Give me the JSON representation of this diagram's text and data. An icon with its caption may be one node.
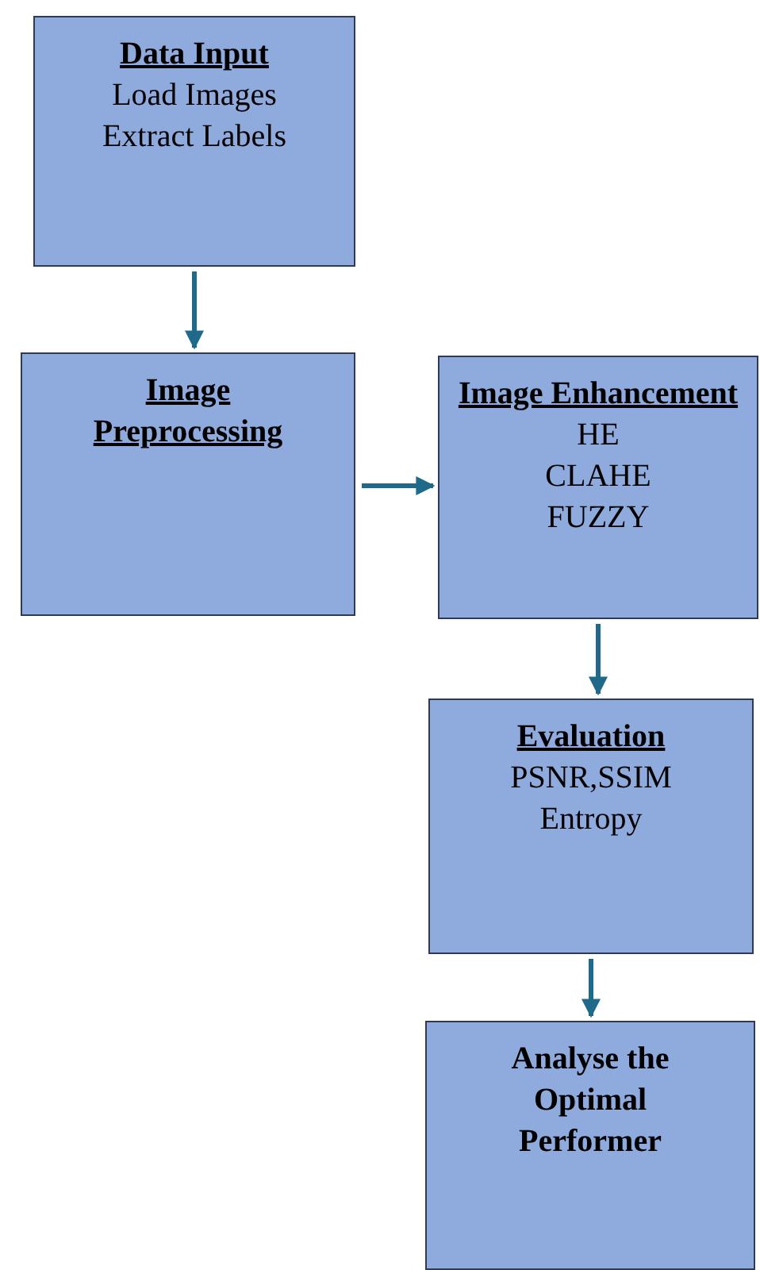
{
  "diagram": {
    "nodes": [
      {
        "text": [
          "Data Input",
          "Load Images",
          "Extract Labels"
        ]
      },
      {
        "text": [
          "Image Preprocessing"
        ]
      },
      {
        "text": [
          "Image Enhancement",
          "HE",
          "CLAHE",
          "FUZZY"
        ]
      },
      {
        "text": [
          "Evaluation",
          "PSNR,SSIM",
          "Entropy"
        ]
      },
      {
        "text": [
          "Analyse the Optimal Performer"
        ]
      }
    ],
    "edges": [
      {
        "from": 0,
        "to": 1,
        "arrow": "to"
      },
      {
        "from": 1,
        "to": 2,
        "arrow": "to"
      },
      {
        "from": 2,
        "to": 3,
        "arrow": "to"
      },
      {
        "from": 3,
        "to": 4,
        "arrow": "to"
      }
    ]
  }
}
